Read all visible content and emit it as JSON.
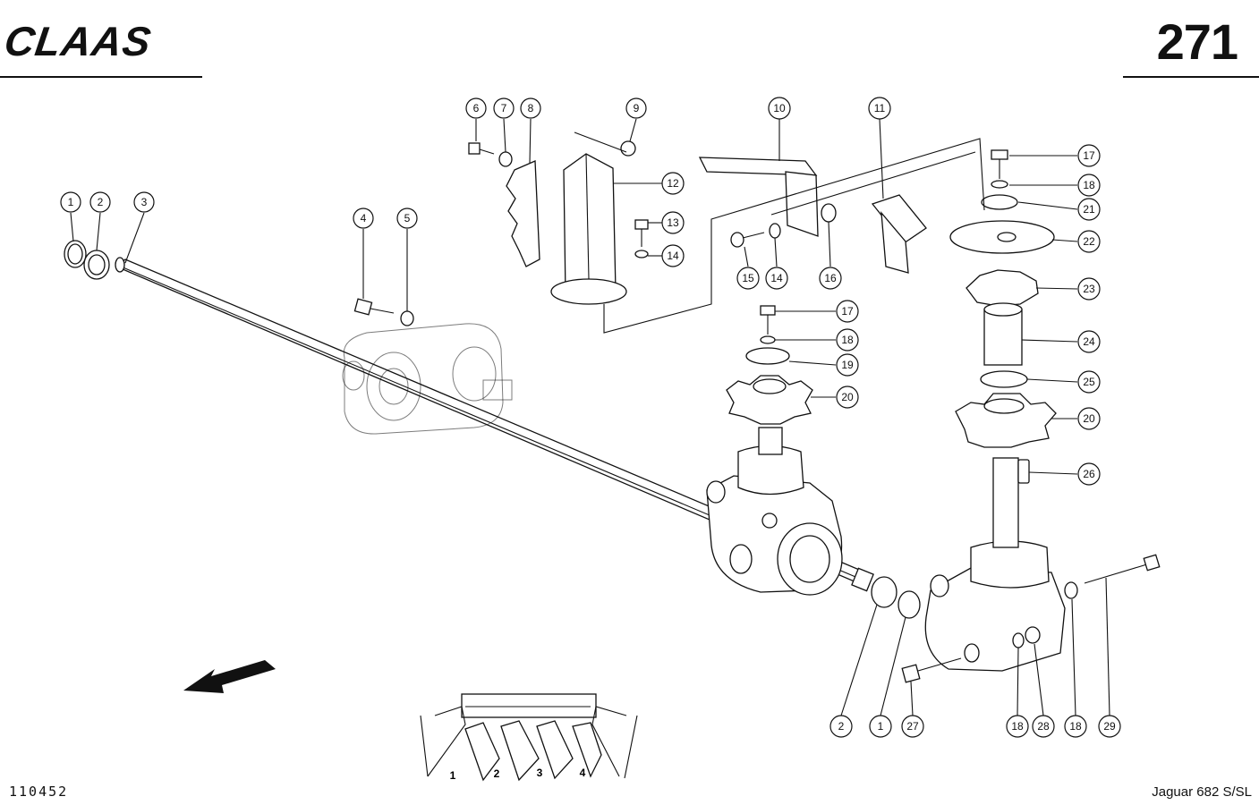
{
  "brand": "CLAAS",
  "page_number": "271",
  "document_number": "110452",
  "model": "Jaguar 682 S/SL",
  "row_labels": [
    "1",
    "2",
    "3",
    "4"
  ],
  "callouts": [
    {
      "label": "1"
    },
    {
      "label": "2"
    },
    {
      "label": "3"
    },
    {
      "label": "4"
    },
    {
      "label": "5"
    },
    {
      "label": "6"
    },
    {
      "label": "7"
    },
    {
      "label": "8"
    },
    {
      "label": "9"
    },
    {
      "label": "10"
    },
    {
      "label": "11"
    },
    {
      "label": "12"
    },
    {
      "label": "13"
    },
    {
      "label": "14"
    },
    {
      "label": "15"
    },
    {
      "label": "14"
    },
    {
      "label": "16"
    },
    {
      "label": "17"
    },
    {
      "label": "18"
    },
    {
      "label": "21"
    },
    {
      "label": "22"
    },
    {
      "label": "23"
    },
    {
      "label": "24"
    },
    {
      "label": "25"
    },
    {
      "label": "20"
    },
    {
      "label": "26"
    },
    {
      "label": "17"
    },
    {
      "label": "18"
    },
    {
      "label": "19"
    },
    {
      "label": "20"
    },
    {
      "label": "2"
    },
    {
      "label": "1"
    },
    {
      "label": "27"
    },
    {
      "label": "18"
    },
    {
      "label": "28"
    },
    {
      "label": "18"
    },
    {
      "label": "29"
    }
  ]
}
